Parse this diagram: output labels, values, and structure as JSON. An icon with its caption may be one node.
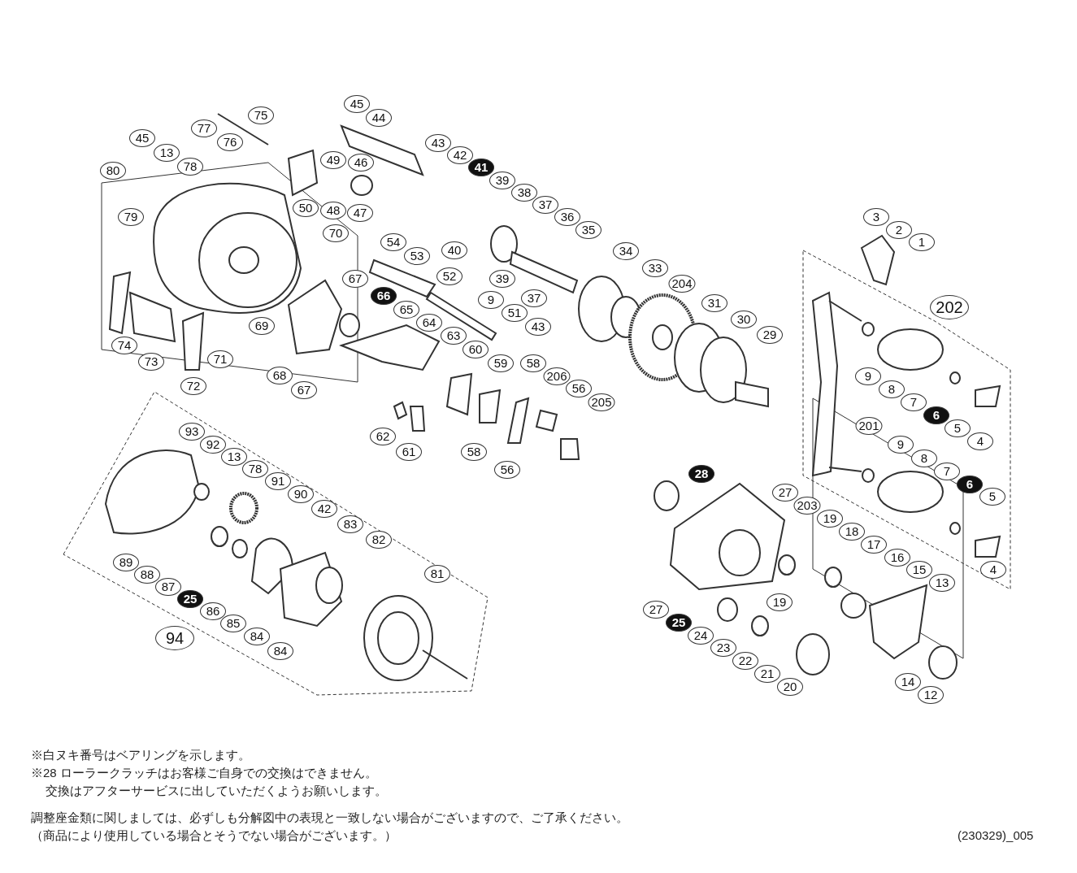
{
  "diagram": {
    "labels": [
      "75",
      "45",
      "44",
      "77",
      "76",
      "45",
      "13",
      "78",
      "80",
      "49",
      "46",
      "43",
      "42",
      "41",
      "39",
      "38",
      "37",
      "36",
      "35",
      "79",
      "50",
      "48",
      "47",
      "70",
      "54",
      "53",
      "40",
      "34",
      "3",
      "2",
      "1",
      "33",
      "52",
      "39",
      "67",
      "66",
      "204",
      "37",
      "9",
      "65",
      "51",
      "31",
      "202",
      "30",
      "43",
      "64",
      "69",
      "74",
      "71",
      "63",
      "29",
      "60",
      "73",
      "59",
      "58",
      "9",
      "68",
      "206",
      "72",
      "67",
      "8",
      "56",
      "7",
      "205",
      "6",
      "5",
      "201",
      "93",
      "62",
      "4",
      "9",
      "92",
      "61",
      "58",
      "13",
      "8",
      "78",
      "56",
      "7",
      "28",
      "91",
      "6",
      "27",
      "90",
      "5",
      "42",
      "203",
      "19",
      "83",
      "18",
      "82",
      "17",
      "16",
      "89",
      "15",
      "4",
      "88",
      "81",
      "13",
      "87",
      "19",
      "25",
      "27",
      "86",
      "25",
      "85",
      "24",
      "94",
      "84",
      "23",
      "84",
      "22",
      "21",
      "14",
      "20",
      "12",
      "※白ヌキ番号はベアリングを示します。",
      "※28 ローラークラッチはお客様ご自身での交換はできません。",
      "交換はアフターサービスに出していただくようお願いします。",
      "調整座金類に関しましては、必ずしも分解図中の表現と一致しない場合がございますので、ご了承ください。",
      "（商品により使用している場合とそうでない場合がございます。）",
      "(230329)_005"
    ]
  }
}
